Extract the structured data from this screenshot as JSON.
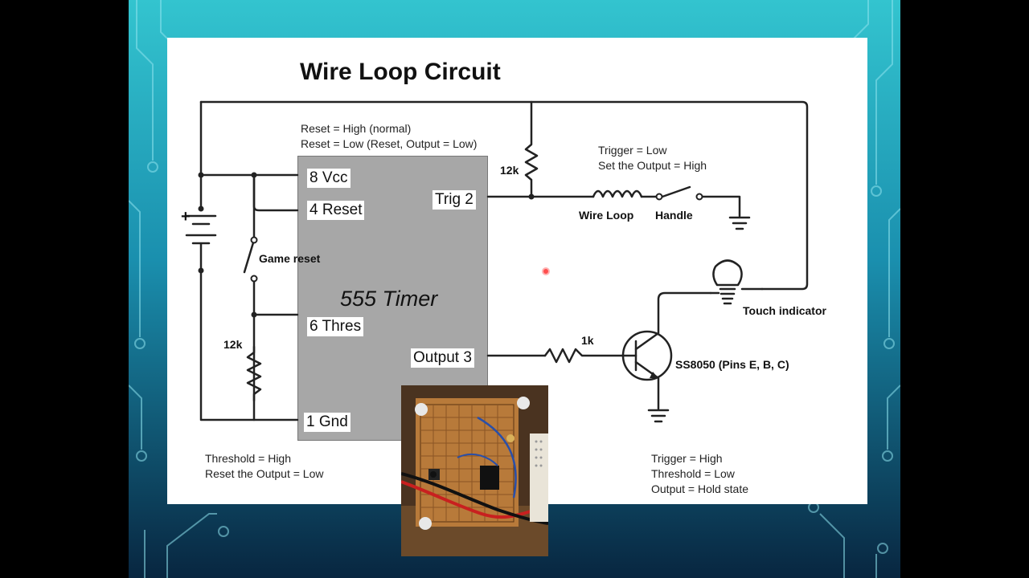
{
  "slide": {
    "title": "Wire Loop Circuit",
    "chip_name": "555 Timer",
    "pins": {
      "vcc": "8 Vcc",
      "reset": "4 Reset",
      "trig": "Trig 2",
      "thres": "6 Thres",
      "output": "Output 3",
      "gnd": "1 Gnd"
    },
    "notes": {
      "reset_high": "Reset = High (normal)",
      "reset_low": "Reset = Low (Reset, Output = Low)",
      "trigger_low": "Trigger = Low",
      "set_output_high": "Set the Output = High",
      "threshold_high": "Threshold = High",
      "reset_output_low": "Reset the Output = Low",
      "trigger_high": "Trigger = High",
      "threshold_low": "Threshold = Low",
      "output_hold": "Output = Hold state"
    },
    "labels": {
      "r_top": "12k",
      "r_left": "12k",
      "r_base": "1k",
      "wire_loop": "Wire Loop",
      "handle": "Handle",
      "game_reset": "Game reset",
      "touch_indicator": "Touch indicator",
      "transistor": "SS8050 (Pins E, B, C)",
      "battery_plus": "+"
    }
  },
  "colors": {
    "background_teal": "#1aa3b8",
    "background_dark": "#0b2f4a",
    "circuit_lines": "#222222",
    "chip_fill": "#a7a7a7"
  }
}
